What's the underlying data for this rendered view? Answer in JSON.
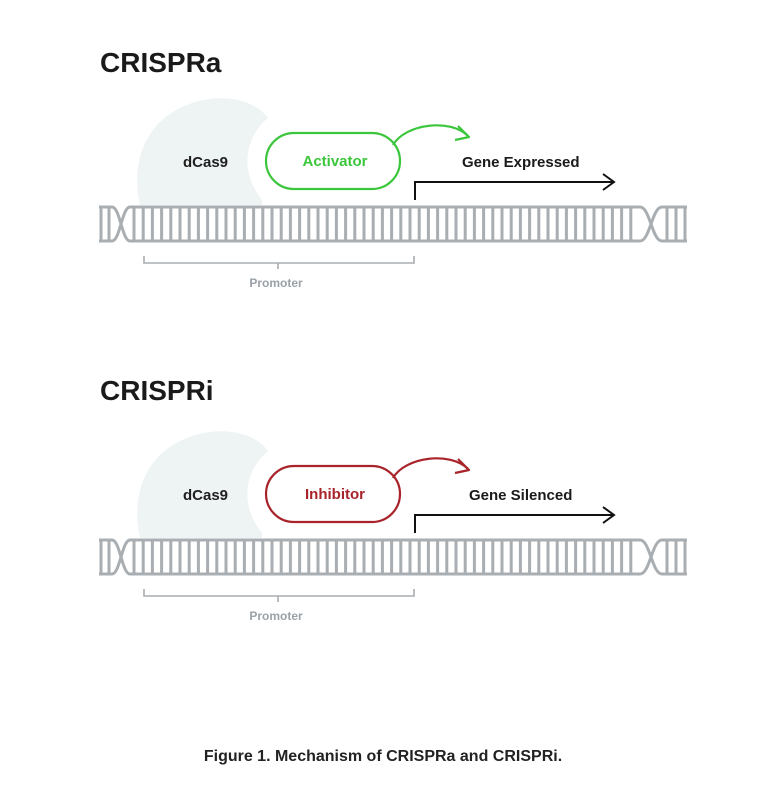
{
  "colors": {
    "activator": "#3cc63c",
    "inhibitor": "#a8242a",
    "dna": "#a9aeb2",
    "dcas9_blob": "#eef3f3",
    "promoter": "#a9aeb2",
    "gene_arrow": "#111111"
  },
  "panels": [
    {
      "title": "CRISPRa",
      "protein_label": "dCas9",
      "effector_label": "Activator",
      "effector_type": "activator",
      "gene_label": "Gene Expressed",
      "promoter_label": "Promoter"
    },
    {
      "title": "CRISPRi",
      "protein_label": "dCas9",
      "effector_label": "Inhibitor",
      "effector_type": "inhibitor",
      "gene_label": "Gene Silenced",
      "promoter_label": "Promoter"
    }
  ],
  "caption": "Figure 1. Mechanism of CRISPRa and CRISPRi."
}
